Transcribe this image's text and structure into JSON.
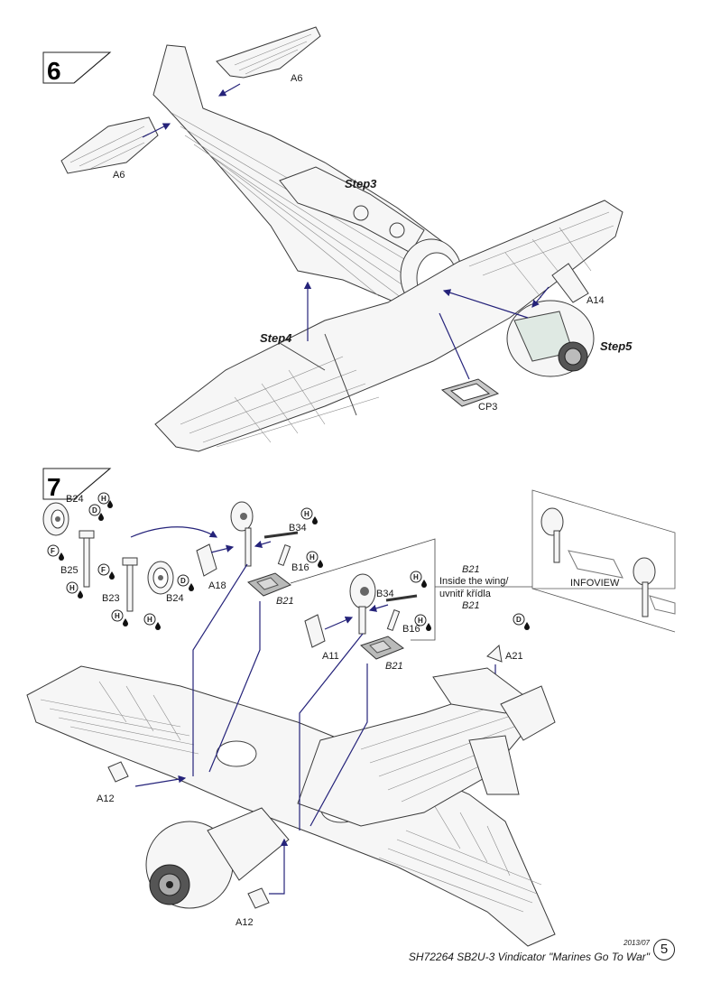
{
  "steps": {
    "s6": {
      "number": "6"
    },
    "s7": {
      "number": "7"
    }
  },
  "step6_callouts": {
    "step3": "Step3",
    "step4": "Step4",
    "step5": "Step5",
    "a6_top": "A6",
    "a6_left": "A6",
    "a14": "A14",
    "cp3": "CP3"
  },
  "step7_callouts": {
    "b24_left": "B24",
    "b25": "B25",
    "b23": "B23",
    "b24_right": "B24",
    "a18": "A18",
    "b34_left": "B34",
    "b16_left": "B16",
    "b21_left": "B21",
    "b21_top": "B21",
    "inside_wing": "Inside the wing/",
    "inside_wing_cz": "uvnitř křídla",
    "b21_mid": "B21",
    "b34_right": "B34",
    "b16_right": "B16",
    "a11": "A11",
    "b21_right": "B21",
    "a21": "A21",
    "a12_left": "A12",
    "a12_bottom": "A12",
    "infoview": "INFOVIEW"
  },
  "badges": {
    "h": "H",
    "d": "D",
    "f": "F"
  },
  "footer": {
    "date": "2013/07",
    "title": "SH72264 SB2U-3 Vindicator \"Marines Go To War\"",
    "page": "5"
  },
  "colors": {
    "arrow": "#25237a",
    "outline": "#3a3a3a",
    "part_fill": "#f6f6f6"
  }
}
